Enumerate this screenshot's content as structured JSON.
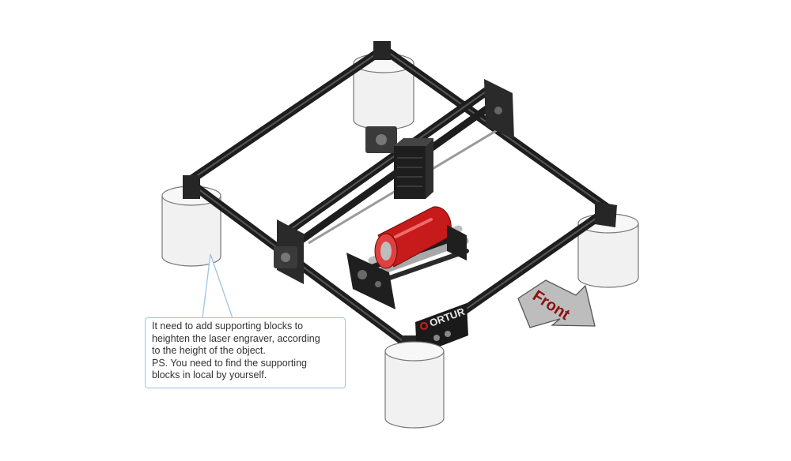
{
  "callout": {
    "lines": [
      "It need to add supporting blocks to",
      "heighten the laser engraver, according",
      "to the height of the object.",
      "PS. You need to find the supporting",
      "blocks in local by yourself."
    ]
  },
  "front_arrow": {
    "label": "Front"
  },
  "brand_plate": {
    "label": "ORTUR"
  },
  "colors": {
    "frame": "#2b2b2b",
    "roller_cylinder": "#d01c1c",
    "callout_border": "#9ec3e6",
    "block_outline": "#777777"
  }
}
